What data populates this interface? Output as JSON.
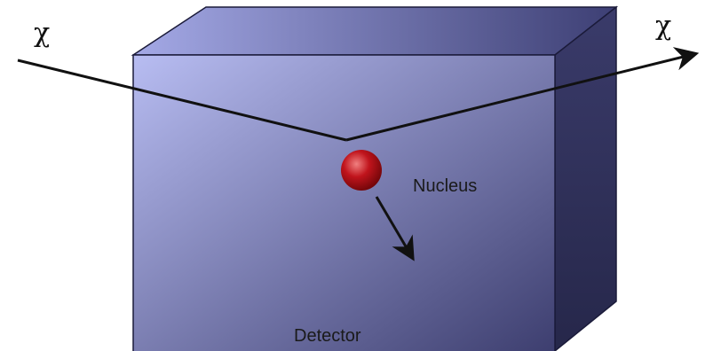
{
  "labels": {
    "incoming_particle": "χ",
    "outgoing_particle": "χ",
    "nucleus": "Nucleus",
    "detector": "Detector"
  },
  "colors": {
    "detector_front_light": "#b8bdf2",
    "detector_front_dark": "#3c3d6e",
    "detector_top_light": "#9fa4e3",
    "detector_top_dark": "#3d3f74",
    "detector_side": "#2c2d55",
    "edge": "#1b1b3a",
    "nucleus": "#c0141c",
    "nucleus_highlight": "#f08080",
    "arrow": "#111111"
  },
  "icons": {
    "nucleus": "red-sphere",
    "trajectory": "arrow"
  }
}
